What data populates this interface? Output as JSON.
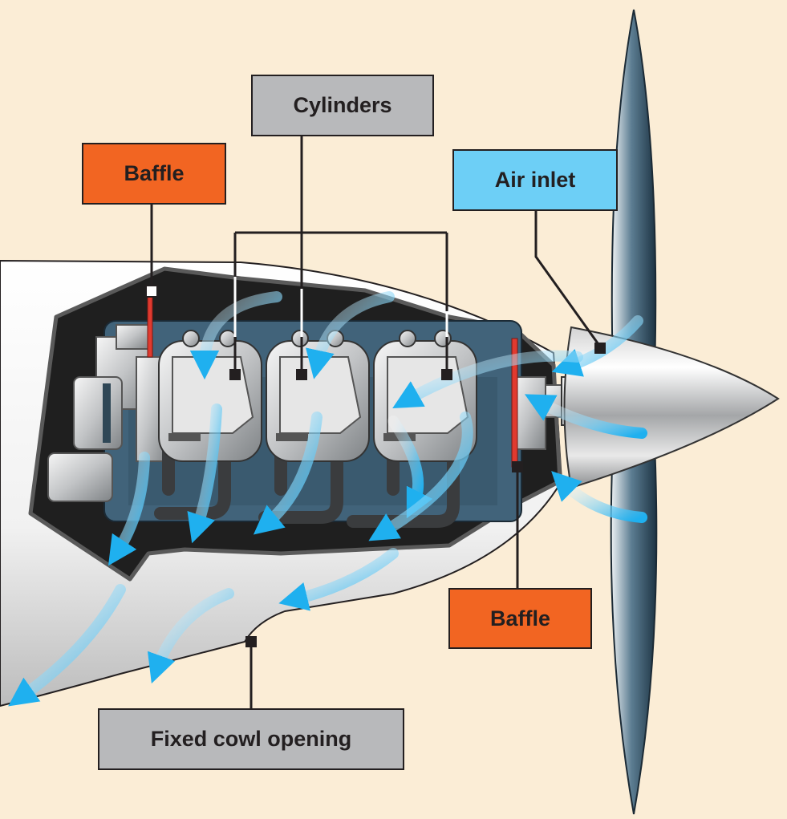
{
  "labels": {
    "cylinders": "Cylinders",
    "baffle_left": "Baffle",
    "air_inlet": "Air inlet",
    "baffle_right": "Baffle",
    "fixed_cowl_opening": "Fixed cowl opening"
  },
  "colors": {
    "background": "#fbedd6",
    "label_gray": "#b8b9bb",
    "label_orange": "#f26522",
    "label_blue": "#6dcff6",
    "airflow": "#29b6f1",
    "baffle": "#e03a2f",
    "engine_block": "#41637a",
    "leader_line": "#231f20"
  },
  "icons": [
    "airflow-arrow-icon",
    "propeller-icon",
    "spinner-icon",
    "cylinder-icon"
  ]
}
